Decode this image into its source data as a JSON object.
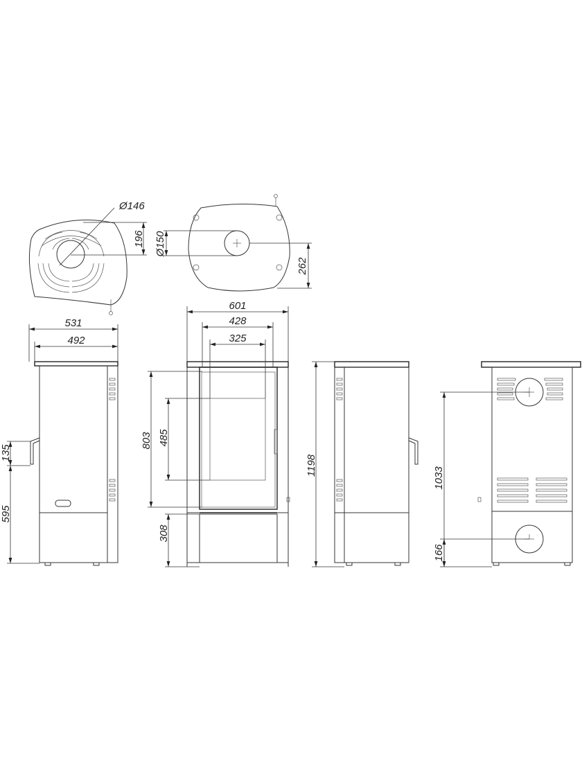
{
  "dimensions": {
    "flue_top_diameter": "Ø146",
    "flue_top_offset": "196",
    "flue_rear_diameter": "Ø150",
    "flue_rear_offset": "262",
    "overall_width": "601",
    "door_width": "428",
    "glass_width": "325",
    "overall_depth": "531",
    "body_depth": "492",
    "door_height": "803",
    "glass_height": "485",
    "base_height": "308",
    "handle_height": "135",
    "handle_offset": "595",
    "overall_height": "1198",
    "rear_top_outlet_height": "1033",
    "rear_bottom_inlet_height": "166"
  }
}
